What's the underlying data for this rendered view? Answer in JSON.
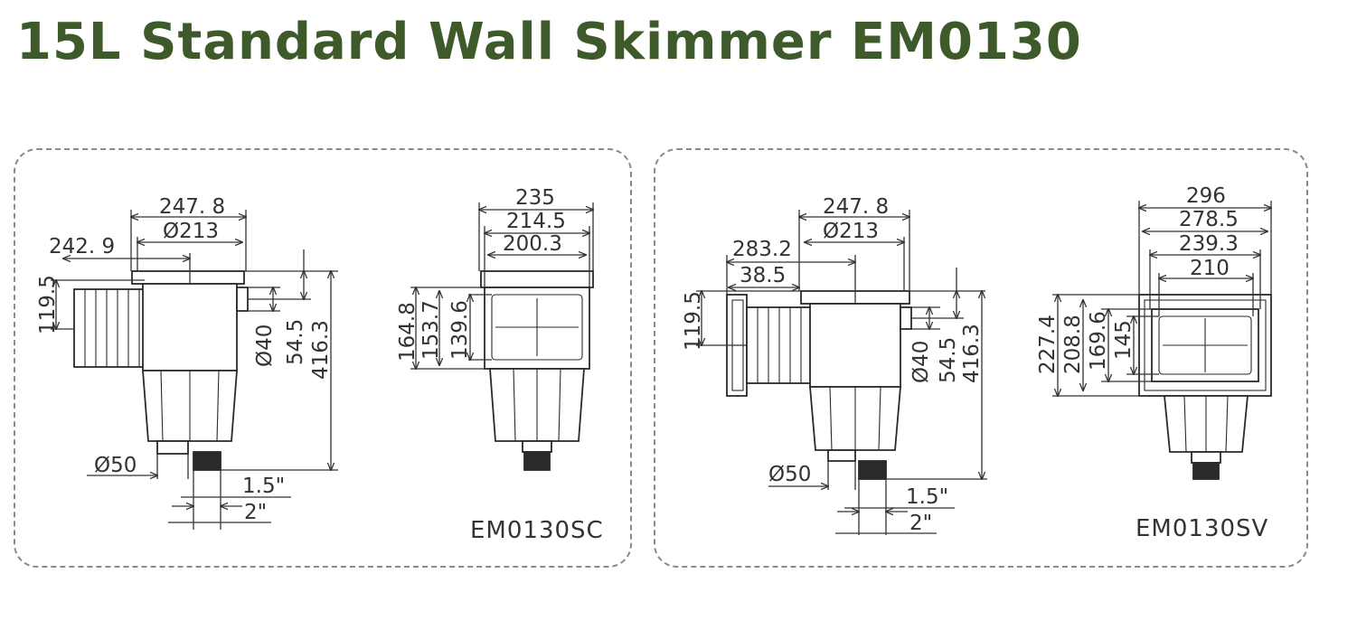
{
  "title": "15L Standard Wall Skimmer EM0130",
  "colors": {
    "title": "#3e5a2a",
    "line": "#333333",
    "border": "#8a8a8a"
  },
  "panels": [
    {
      "model": "EM0130SC",
      "side_view": {
        "overall_width": "247. 8",
        "inner_diameter": "Ø213",
        "mouth_width": "242. 9",
        "mouth_height": "119.5",
        "return_diameter": "Ø40",
        "return_height": "54.5",
        "total_height": "416.3",
        "drain_diameter": "Ø50",
        "thread_small": "1.5\"",
        "thread_large": "2\""
      },
      "front_view": {
        "width_outer": "235",
        "width_mid": "214.5",
        "width_inner": "200.3",
        "height_outer": "164.8",
        "height_mid": "153.7",
        "height_inner": "139.6"
      }
    },
    {
      "model": "EM0130SV",
      "side_view": {
        "overall_width": "247. 8",
        "inner_diameter": "Ø213",
        "mouth_width": "283.2",
        "flange_depth": "38.5",
        "mouth_height": "119.5",
        "return_diameter": "Ø40",
        "return_height": "54.5",
        "total_height": "416.3",
        "drain_diameter": "Ø50",
        "thread_small": "1.5\"",
        "thread_large": "2\""
      },
      "front_view": {
        "width_outer": "296",
        "width_2": "278.5",
        "width_3": "239.3",
        "width_inner": "210",
        "height_outer": "227.4",
        "height_2": "208.8",
        "height_3": "169.6",
        "height_inner": "145"
      }
    }
  ]
}
